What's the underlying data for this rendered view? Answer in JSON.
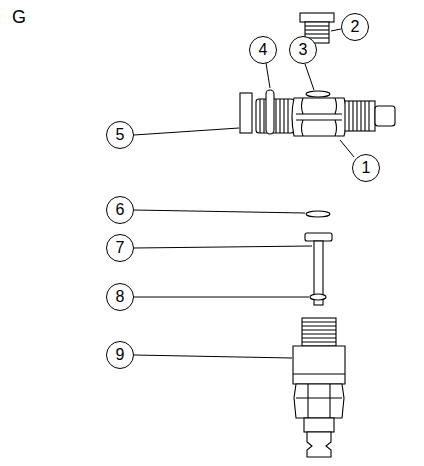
{
  "diagram": {
    "nodes": [
      {
        "text": [
          "2"
        ]
      },
      {
        "text": [
          "4"
        ]
      },
      {
        "text": [
          "3"
        ]
      },
      {
        "text": [
          "5"
        ]
      },
      {
        "text": [
          "1"
        ]
      },
      {
        "text": [
          "6"
        ]
      },
      {
        "text": [
          "7"
        ]
      },
      {
        "text": [
          "8"
        ]
      },
      {
        "text": [
          "9"
        ]
      }
    ],
    "labels": [
      "G"
    ]
  }
}
